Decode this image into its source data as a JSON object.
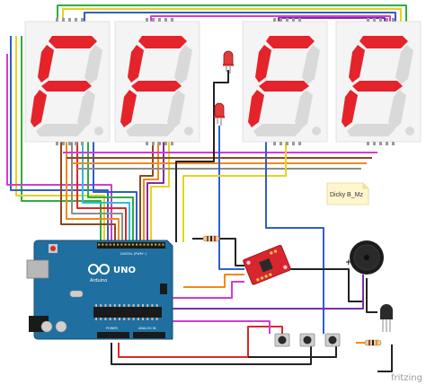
{
  "diagram": {
    "displays": [
      {
        "id": "digit-1",
        "character": "F",
        "decimal_point": true
      },
      {
        "id": "digit-2",
        "character": "F",
        "decimal_point": true
      },
      {
        "id": "digit-3",
        "character": "F",
        "decimal_point": true
      },
      {
        "id": "digit-4",
        "character": "F",
        "decimal_point": true
      }
    ],
    "segment_on_color": "#e4232b",
    "segment_off_color": "#d9d9d9",
    "display_body_color": "#f4f4f4",
    "board": {
      "name": "Arduino UNO",
      "logo_text": "UNO",
      "brand_text": "Arduino",
      "pin_header_label": "DIGITAL (PWM~)",
      "power_label": "POWER",
      "analog_label": "ANALOG IN",
      "color": "#1f6fa0"
    },
    "note": {
      "text": "Dicky B_Mz"
    },
    "footer": {
      "tool_name": "fritzing"
    },
    "components": {
      "leds": [
        "red-led-1",
        "red-led-2"
      ],
      "sensor_module": "red-breakout-board",
      "buzzer": "piezo-buzzer",
      "transistor": "npn-transistor",
      "buttons": [
        "push-button-1",
        "push-button-2",
        "push-button-3"
      ],
      "resistors": [
        "resistor-1",
        "resistor-2"
      ]
    }
  }
}
